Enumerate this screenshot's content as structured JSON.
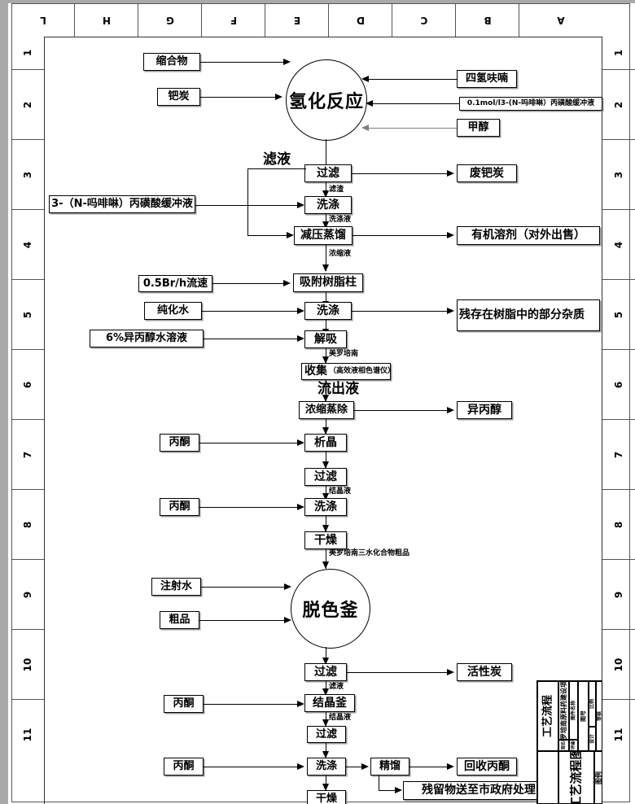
{
  "drawing": {
    "title": "工艺流程",
    "column_zones": [
      "L",
      "H",
      "G",
      "F",
      "E",
      "D",
      "C",
      "B",
      "A"
    ],
    "row_zones": [
      "1",
      "2",
      "3",
      "4",
      "5",
      "6",
      "7",
      "8",
      "9",
      "10",
      "11"
    ]
  },
  "nodes": {
    "condensate": "缩合物",
    "pd_carbon": "钯炭",
    "hydrogenation": "氢化反应",
    "thf": "四氢呋喃",
    "mops_buffer_01": "0.1mol/l3-(N-吗啡啉）丙磺酸缓冲液",
    "methanol": "甲醇",
    "mops_buffer": "3-（N-吗啡啉）丙磺酸缓冲液",
    "filtration_1": "过滤",
    "waste_pd_carbon": "废钯炭",
    "washing_1": "洗涤",
    "vacuum_distillation": "减压蒸馏",
    "organic_solvent": "有机溶剂（对外出售）",
    "resin_column": "吸附树脂柱",
    "flow_rate": "0.5Br/h流速",
    "purified_water": "纯化水",
    "washing_2": "洗涤",
    "residual_impurities": "残存在树脂中的部分杂质",
    "ipa_solution": "6%异丙醇水溶液",
    "desorption": "解吸",
    "collection": "收集",
    "collection_note": "（高效液相色谱仪）",
    "concentration_evap": "浓缩蒸除",
    "isopropanol": "异丙醇",
    "acetone_1": "丙酮",
    "crystallization": "析晶",
    "filtration_2": "过滤",
    "acetone_2": "丙酮",
    "washing_3": "洗涤",
    "drying_1": "干燥",
    "water_for_injection": "注射水",
    "crude_product": "粗品",
    "decolorizing_kettle": "脱色釜",
    "filtration_3": "过滤",
    "activated_carbon": "活性炭",
    "acetone_3": "丙酮",
    "crystallizer": "结晶釜",
    "filtration_4": "过滤",
    "acetone_4": "丙酮",
    "washing_4": "洗涤",
    "rectification": "精馏",
    "recovered_acetone": "回收丙酮",
    "residue_disposal": "残留物送至市政府处理",
    "drying_2": "干燥"
  },
  "stream_labels": {
    "filtrate_1": "滤液",
    "filter_residue": "滤渣",
    "wash_liquid": "洗涤液",
    "concentrate": "浓缩液",
    "meropenem": "美罗培南",
    "effluent": "流出液",
    "crystal_liquid_1": "结晶液",
    "meropenem_trihydrate_crude": "美罗培南三水化合物粗品",
    "filtrate_2": "滤液",
    "crystal_liquid_2": "结晶液"
  },
  "title_block": {
    "main_title": "工艺流程",
    "col2": "美罗培南原料药建设项目",
    "col3": "工程名称",
    "col4": "图件名称",
    "col5": "环评编号",
    "col6": "图号",
    "col7": "比例",
    "col8": "设计",
    "col9": "审核",
    "bottom_title": "工艺流程图",
    "bottom_right": "图例"
  }
}
